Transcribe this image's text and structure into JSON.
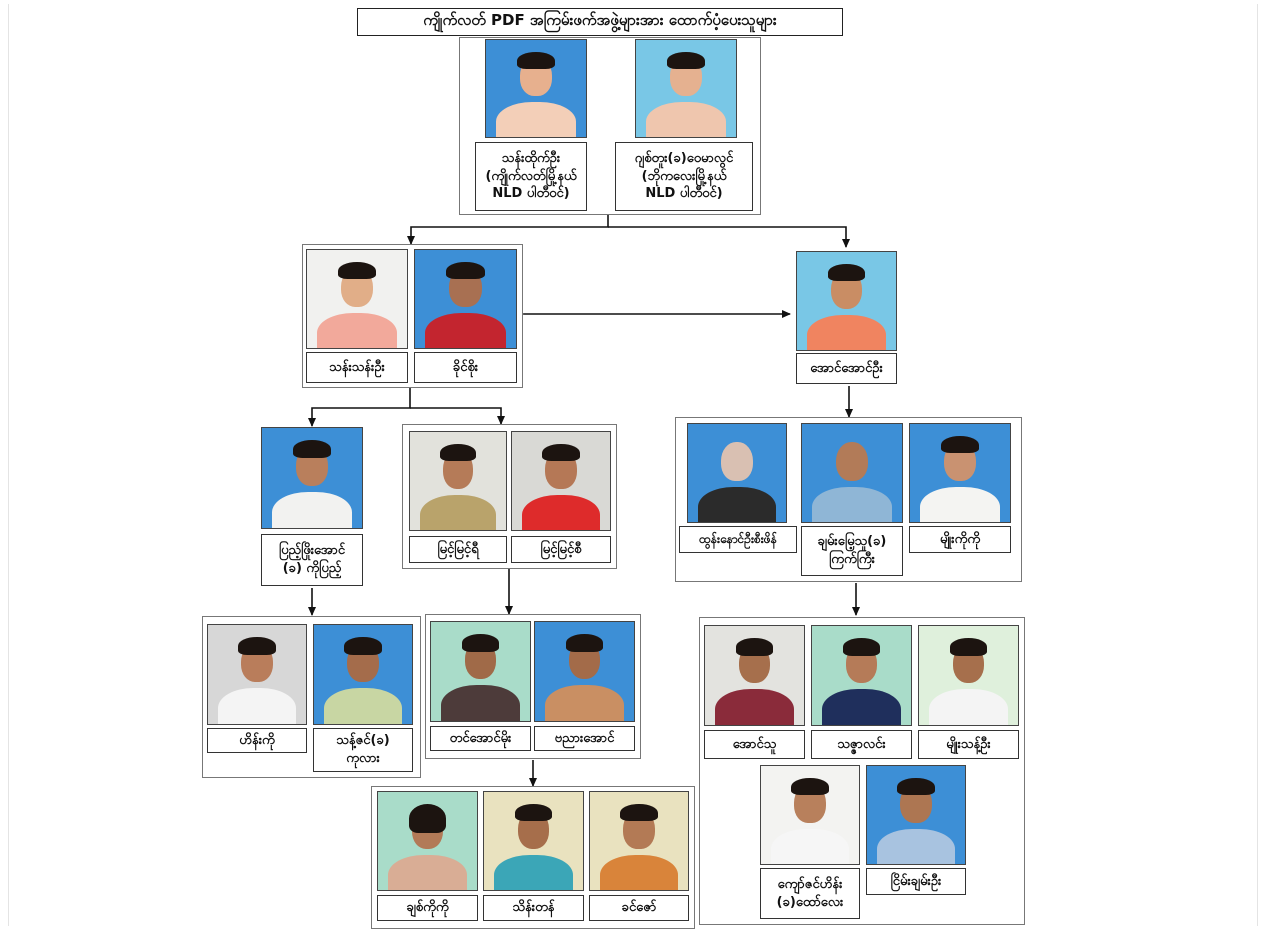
{
  "title": "ကျိုက်လတ် PDF အကြမ်းဖက်အဖွဲ့များအား ထောက်ပံ့ပေးသူများ",
  "leaders": [
    {
      "name": "သန်းထိုက်ဦး\n(ကျိုက်လတ်မြို့နယ်\nNLD ပါတီဝင်)"
    },
    {
      "name": "ဂျစ်တူး(ခ)ဝေမာလွင်\n(ဘိုကလေးမြို့နယ်\nNLD ပါတီဝင်)"
    }
  ],
  "couple": [
    {
      "name": "သန်းသန်းဦး"
    },
    {
      "name": "ခိုင်စိုး"
    }
  ],
  "aung_aung_oo": {
    "name": "အောင်အောင်ဦး"
  },
  "pyae": {
    "name": "ပြည့်ဖြိုးအောင်\n(ခ) ကိုပြည့်"
  },
  "myint_pair": [
    {
      "name": "မြင့်မြင့်ရီ"
    },
    {
      "name": "မြင့်မြင့်စီ"
    }
  ],
  "right_trio": [
    {
      "name": "ထွန်းနောင်ဦးစီးဖိန်"
    },
    {
      "name": "ချမ်းမြေ့သူ(ခ)\nကြက်ကြီး"
    },
    {
      "name": "မျိုးကိုကို"
    }
  ],
  "pyae_sub": [
    {
      "name": "ဟိန်းကို"
    },
    {
      "name": "သန့်ဇင်(ခ)\nကုလား"
    }
  ],
  "myint_sub": [
    {
      "name": "တင်အောင်မိုး"
    },
    {
      "name": "ဗညားအောင်"
    }
  ],
  "bottom_trio": [
    {
      "name": "ချစ်ကိုကို"
    },
    {
      "name": "သိန်းတန်"
    },
    {
      "name": "ခင်ဇော်"
    }
  ],
  "right_bottom": [
    {
      "name": "အောင်သူ"
    },
    {
      "name": "သဇ္ဇာလင်း"
    },
    {
      "name": "မျိုးသန့်ဦး"
    },
    {
      "name": "ကျော်ဇင်ဟိန်း\n(ခ)ထော်လေး"
    },
    {
      "name": "ငြိမ်းချမ်းဦး"
    }
  ],
  "colors": {
    "blue_bg": "#3d8fd6",
    "light_blue_bg": "#79c7e6",
    "gray_bg": "#d7d7d7",
    "green_bg": "#a9dcc9",
    "cream_bg": "#e9e2bf",
    "white_bg": "#f3f3f1",
    "border": "#333333"
  },
  "icons": [
    "portrait-photo",
    "arrow-down",
    "arrow-bidirectional"
  ]
}
